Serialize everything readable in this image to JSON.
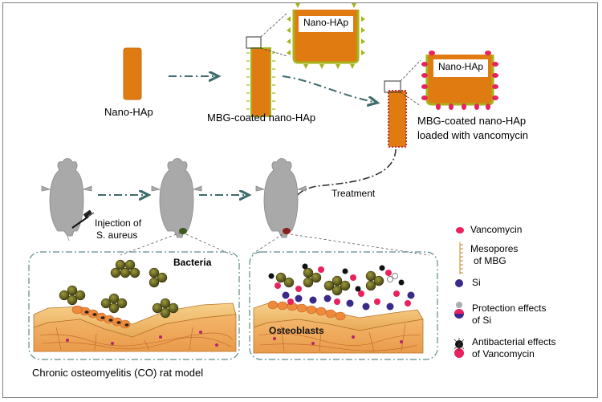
{
  "labels": {
    "nano_hap": "Nano-HAp",
    "mbg_coated": "MBG-coated nano-HAp",
    "mbg_loaded_line1": "MBG-coated nano-HAp",
    "mbg_loaded_line2": "loaded with vancomycin",
    "zoom1": "Nano-HAp",
    "zoom2": "Nano-HAp",
    "injection_line1": "Injection of",
    "injection_line2": "S. aureus",
    "treatment": "Treatment",
    "bacteria": "Bacteria",
    "osteoblasts": "Osteoblasts",
    "model": "Chronic osteomyelitis (CO) rat model"
  },
  "legend": {
    "vancomycin": "Vancomycin",
    "mesopores_line1": "Mesopores",
    "mesopores_line2": "of MBG",
    "si": "Si",
    "protection_line1": "Protection effects",
    "protection_line2": "of Si",
    "antibacterial_line1": "Antibacterial effects",
    "antibacterial_line2": "of Vancomycin"
  },
  "colors": {
    "rod": "#e07b12",
    "rod_border": "#b85a00",
    "spike": "#a6b31a",
    "vancomycin": "#e8225d",
    "si": "#3a2a8c",
    "rat": "#a9a9a9",
    "arrow": "#3e6b6b",
    "bacteria": "#6b6b1f"
  }
}
